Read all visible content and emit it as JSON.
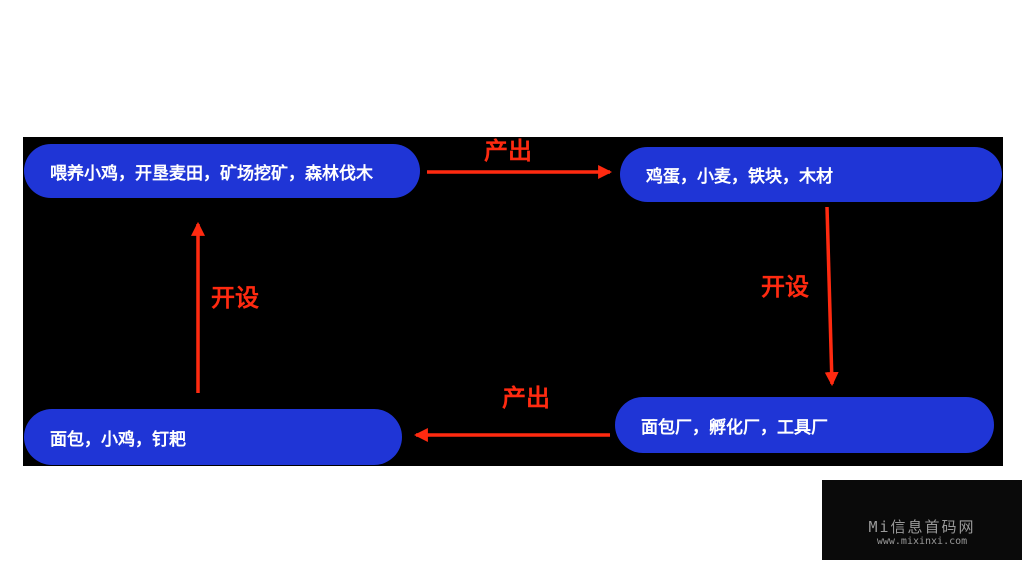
{
  "nodes": {
    "top_left": "喂养小鸡，开垦麦田，矿场挖矿，森林伐木",
    "top_right": "鸡蛋，小麦，铁块，木材",
    "bottom_right": "面包厂，孵化厂，工具厂",
    "bottom_left": "面包，小鸡，钉耙"
  },
  "edges": {
    "top": "产出",
    "right": "开设",
    "bottom": "产出",
    "left": "开设"
  },
  "watermark": {
    "title": "Mi信息首码网",
    "url": "www.mixinxi.com"
  },
  "colors": {
    "node_fill": "#1f35d6",
    "arrow": "#ff2a10",
    "panel": "#000000"
  }
}
